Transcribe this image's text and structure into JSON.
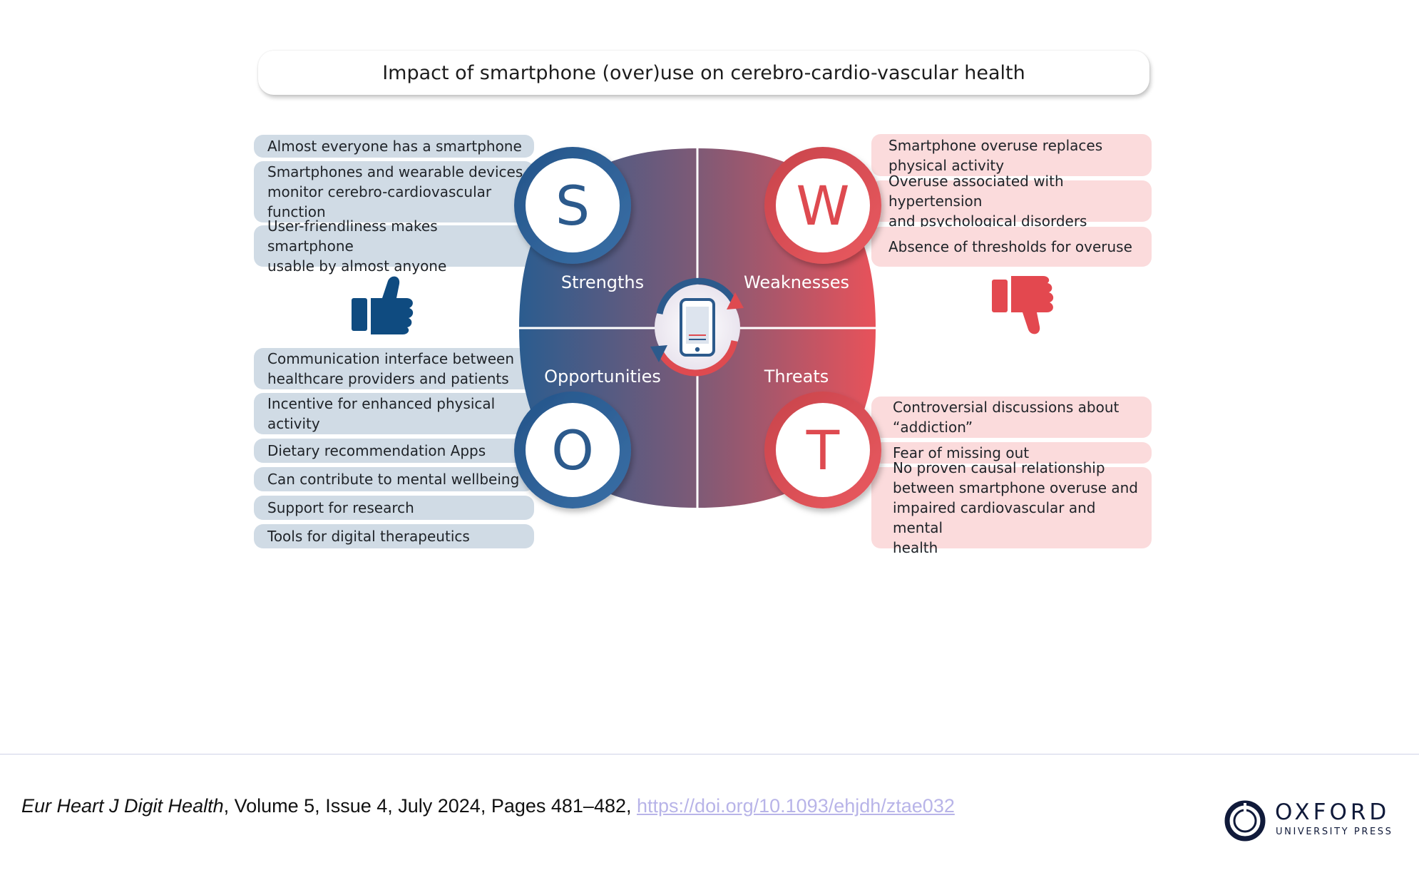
{
  "title": "Impact of smartphone (over)use on cerebro-cardio-vascular health",
  "quadrants": {
    "strengths": {
      "letter": "S",
      "label": "Strengths",
      "color": "#2c5a8c"
    },
    "weaknesses": {
      "letter": "W",
      "label": "Weaknesses",
      "color": "#de4a50"
    },
    "opportunities": {
      "letter": "O",
      "label": "Opportunities",
      "color": "#2c5a8c"
    },
    "threats": {
      "letter": "T",
      "label": "Threats",
      "color": "#de4a50"
    }
  },
  "strengths": [
    "Almost everyone has a smartphone",
    "Smartphones and wearable devices\nmonitor cerebro-cardiovascular\nfunction",
    "User-friendliness makes smartphone\nusable by almost anyone"
  ],
  "weaknesses": [
    "Smartphone overuse replaces\nphysical activity",
    "Overuse associated with hypertension\nand psychological disorders",
    "Absence of thresholds for overuse"
  ],
  "opportunities": [
    "Communication interface between\nhealthcare providers and patients",
    "Incentive for enhanced physical\nactivity",
    "Dietary recommendation Apps",
    "Can contribute to mental wellbeing",
    "Support for research",
    "Tools for digital therapeutics"
  ],
  "threats": [
    "Controversial discussions about\n“addiction”",
    "Fear of missing out",
    "No proven causal relationship\nbetween smartphone overuse and\nimpaired cardiovascular and mental\nhealth"
  ],
  "icons": {
    "thumbs_up": "thumbs-up-icon",
    "thumbs_down": "thumbs-down-icon",
    "center": "smartphone-sync-icon"
  },
  "citation": {
    "journal": "Eur Heart J Digit Health",
    "details": ", Volume 5, Issue 4, July 2024, Pages 481–482, ",
    "doi": "https://doi.org/10.1093/ehjdh/ztae032"
  },
  "logo": {
    "name": "OXFORD",
    "sub": "UNIVERSITY PRESS"
  },
  "colors": {
    "blue": "#2c5a8c",
    "red": "#de4a50",
    "blue_pill": "#d0dbe5",
    "red_pill": "#fbdbdc"
  }
}
